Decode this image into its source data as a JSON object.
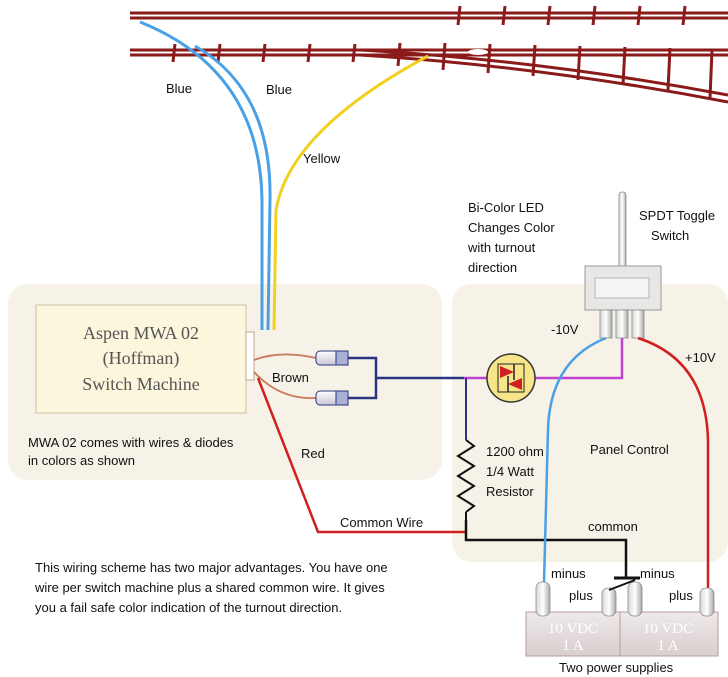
{
  "colors": {
    "track": "#8b1a1a",
    "blue_wire": "#4aa0e6",
    "yellow_wire": "#f2d020",
    "red_wire": "#d11f1f",
    "purple_wire": "#c040d0",
    "brown_wire": "#c97b5a",
    "navy_wire": "#2a3480",
    "common_wire": "#111111",
    "panel_bg": "#f6f2e8",
    "machine_bg": "#fbf6dc"
  },
  "labels": {
    "blue1": "Blue",
    "blue2": "Blue",
    "yellow": "Yellow",
    "brown": "Brown",
    "red": "Red",
    "common_wire": "Common Wire",
    "minus10": "-10V",
    "plus10": "+10V",
    "panel_control": "Panel Control",
    "common": "common",
    "minus_left": "minus",
    "plus_left": "plus",
    "minus_right": "minus",
    "plus_right": "plus",
    "two_power_supplies": "Two power supplies"
  },
  "machine": {
    "line1": "Aspen MWA 02",
    "line2": "(Hoffman)",
    "line3": "Switch Machine",
    "note_line1": "MWA 02 comes with wires & diodes",
    "note_line2": "in colors as shown"
  },
  "led": {
    "line1": "Bi-Color LED",
    "line2": "Changes Color",
    "line3": "with turnout",
    "line4": "direction"
  },
  "toggle": {
    "line1": "SPDT Toggle",
    "line2": "Switch"
  },
  "resistor": {
    "line1": "1200 ohm",
    "line2": "1/4 Watt",
    "line3": "Resistor"
  },
  "psu": {
    "left_line1": "10 VDC",
    "left_line2": "1 A",
    "right_line1": "10 VDC",
    "right_line2": "1 A"
  },
  "description": {
    "line1": "This wiring scheme has two major advantages. You have one",
    "line2": "wire per switch machine plus a shared common wire. It gives",
    "line3": "you a fail safe color indication of the turnout direction."
  }
}
